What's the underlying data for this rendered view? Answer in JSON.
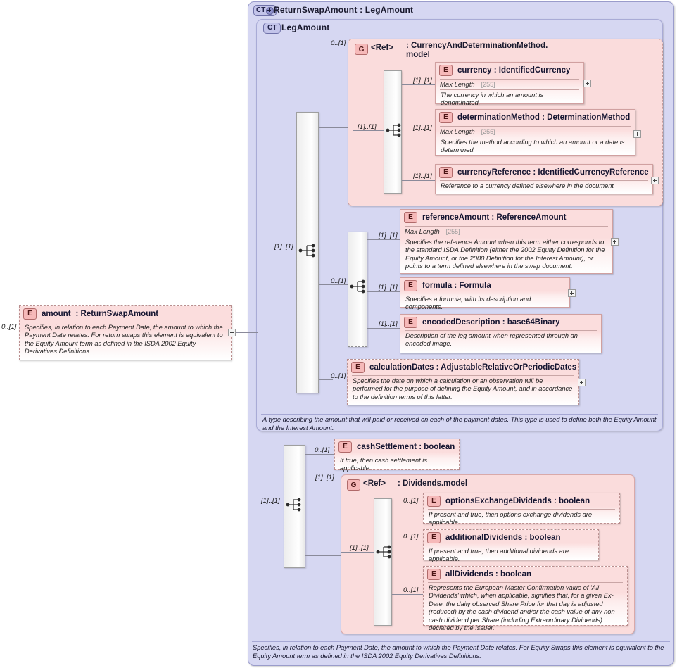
{
  "diagram": {
    "title": "ReturnSwapAmount : LegAmount",
    "type": "xsd-schema-diagram"
  },
  "outer_frame": {
    "badge": "CT",
    "badge_expand": "+",
    "title": "ReturnSwapAmount : LegAmount",
    "footer_doc": "Specifies, in relation to each Payment Date, the amount to which the Payment Date relates. For Equity Swaps this element is equivalent to the Equity Amount term as defined in the ISDA 2002 Equity Derivatives Definitions."
  },
  "inner_frame": {
    "badge": "CT",
    "title": "LegAmount",
    "footer_doc": "A type describing the amount that will paid or received on each of the payment dates. This type is used to define both the Equity Amount and the Interest Amount."
  },
  "root_element": {
    "badge": "E",
    "name": "amount",
    "type": ": ReturnSwapAmount",
    "cardinality": "0..[1]",
    "doc": "Specifies, in relation to each Payment Date, the amount to which the Payment Date relates. For return swaps this element is equivalent to the Equity Amount term as defined in the ISDA 2002 Equity Derivatives Definitions.",
    "expander": "-"
  },
  "currency_group": {
    "badge": "G",
    "label": "<Ref>",
    "type": ": CurrencyAndDeterminationMethod.",
    "type2": "model",
    "cardinality": "0..[1]",
    "children": [
      {
        "badge": "E",
        "name": "currency : IdentifiedCurrency",
        "cardinality": "[1]..[1]",
        "facet_name": "Max Length",
        "facet_value": "[255]",
        "doc": "The currency in which an amount is denominated.",
        "expander": "+"
      },
      {
        "badge": "E",
        "name": "determinationMethod : DeterminationMethod",
        "cardinality": "[1]..[1]",
        "facet_name": "Max Length",
        "facet_value": "[255]",
        "doc": "Specifies the method according to which an amount or a date is determined.",
        "expander": "+"
      },
      {
        "badge": "E",
        "name": "currencyReference : IdentifiedCurrencyReference",
        "cardinality": "[1]..[1]",
        "facet_name": "",
        "facet_value": "",
        "doc": "Reference to a currency defined elsewhere in the document",
        "expander": "+"
      }
    ]
  },
  "amount_choice": {
    "cardinality": "0..[1]",
    "children": [
      {
        "badge": "E",
        "name": "referenceAmount : ReferenceAmount",
        "cardinality": "[1]..[1]",
        "facet_name": "Max Length",
        "facet_value": "[255]",
        "doc": "Specifies the reference Amount when this term either corresponds to the standard ISDA Definition (either the 2002 Equity Definition for the Equity Amount, or the 2000 Definition for the Interest Amount), or points to a term defined elsewhere in the swap document.",
        "expander": "+"
      },
      {
        "badge": "E",
        "name": "formula  : Formula",
        "cardinality": "[1]..[1]",
        "facet_name": "",
        "facet_value": "",
        "doc": "Specifies a formula, with its description and components.",
        "expander": "+"
      },
      {
        "badge": "E",
        "name": "encodedDescription : base64Binary",
        "cardinality": "[1]..[1]",
        "facet_name": "",
        "facet_value": "",
        "doc": "Description of the leg amount when represented through an encoded image.",
        "expander": ""
      }
    ]
  },
  "calculation_dates": {
    "badge": "E",
    "name": "calculationDates : AdjustableRelativeOrPeriodicDates",
    "cardinality": "0..[1]",
    "doc": "Specifies the date on which a calculation or an observation will be performed for the purpose of defining the Equity Amount, and in accordance to the definition terms of this latter.",
    "expander": "+"
  },
  "cash_settlement": {
    "badge": "E",
    "name": "cashSettlement : boolean",
    "cardinality": "0..[1]",
    "doc": "If true, then cash settlement is applicable."
  },
  "dividends_group": {
    "badge": "G",
    "label": "<Ref>",
    "type": ": Dividends.model",
    "cardinality": "[1]..[1]",
    "inner_cardinality": "[1]..[1]",
    "children": [
      {
        "badge": "E",
        "name": "optionsExchangeDividends : boolean",
        "cardinality": "0..[1]",
        "doc": "If present and true, then options exchange dividends are applicable."
      },
      {
        "badge": "E",
        "name": "additionalDividends : boolean",
        "cardinality": "0..[1]",
        "doc": "If present and true, then additional dividends are applicable."
      },
      {
        "badge": "E",
        "name": "allDividends : boolean",
        "cardinality": "0..[1]",
        "doc": "Represents the European Master Confirmation value of 'All Dividends' which, when applicable, signifies that, for a given Ex-Date, the daily observed Share Price for that day is adjusted (reduced) by the cash dividend and/or the cash value of any non cash dividend per Share (including Extraordinary Dividends) declared by the Issuer."
      }
    ]
  },
  "cardinalities": {
    "main_seq": "[1]..[1]",
    "currency_seq": "[1]..[1]",
    "dividends_outer": "[1]..[1]"
  },
  "colors": {
    "lavender_fill": "#d6d7f2",
    "lavender_border": "#9a9ccb",
    "pink_fill": "#fadcdc",
    "pink_border": "#d9a9a9",
    "element_pink": "#fbdddd",
    "badge_pink": "#f6b9b9",
    "line": "#8a8a9a"
  }
}
